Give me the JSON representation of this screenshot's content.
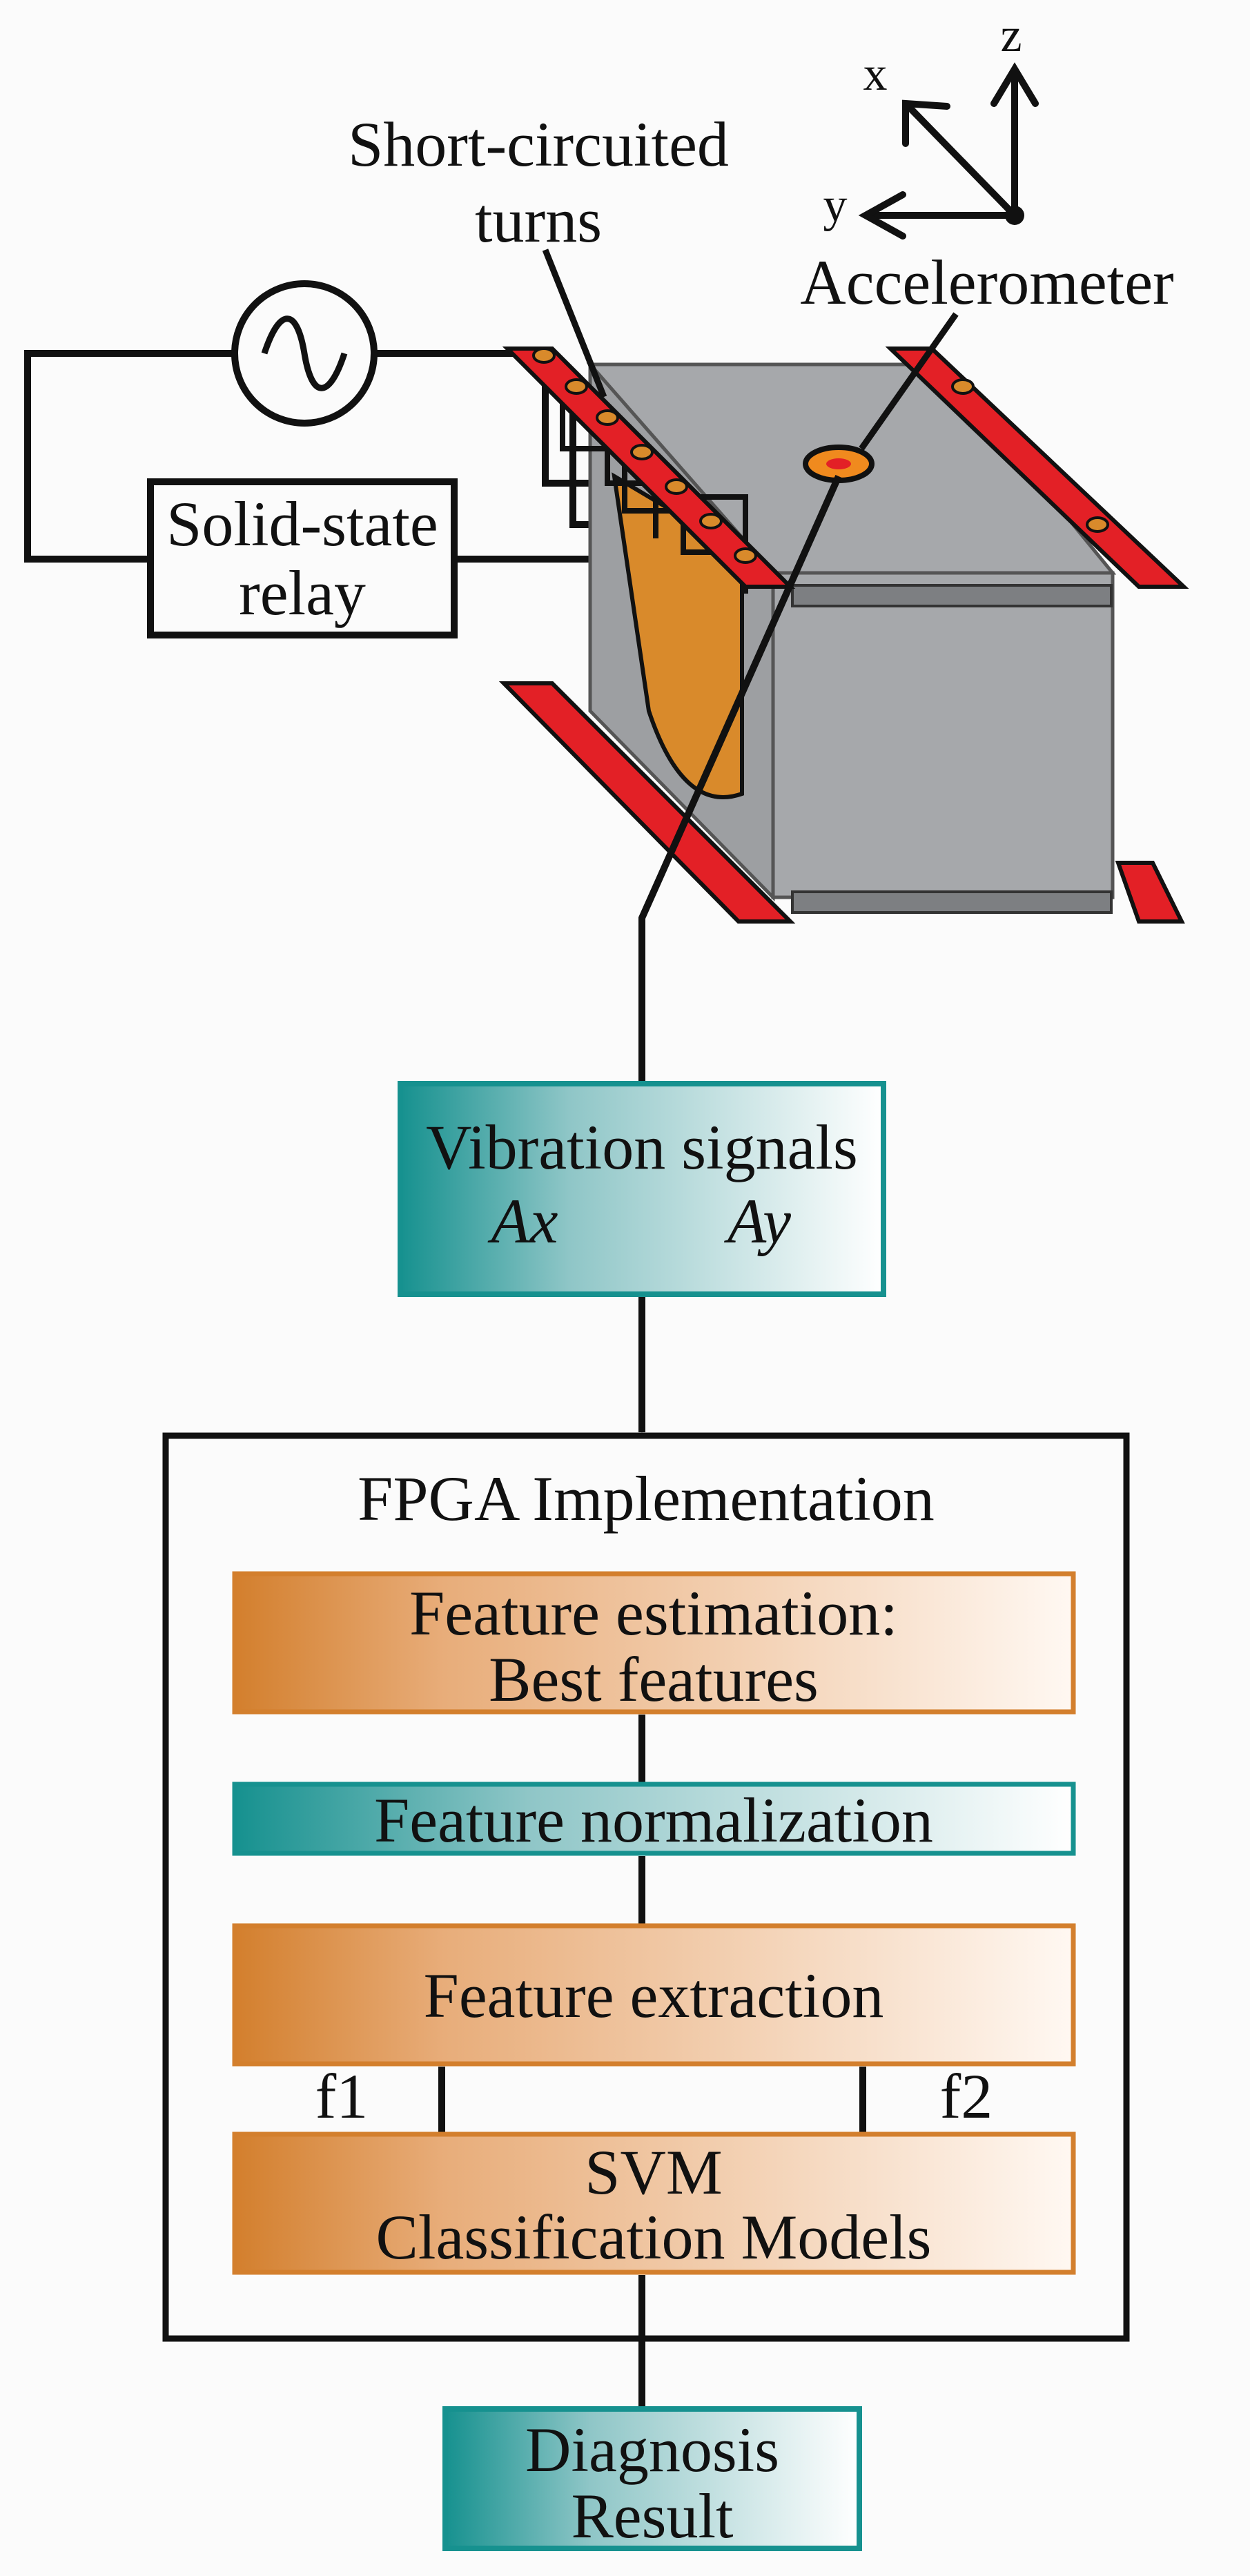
{
  "labels": {
    "short_circuited_line1": "Short-circuited",
    "short_circuited_line2": "turns",
    "accelerometer": "Accelerometer",
    "relay_line1": "Solid-state",
    "relay_line2": "relay"
  },
  "axes": {
    "x": "x",
    "y": "y",
    "z": "z"
  },
  "vibration": {
    "title": "Vibration signals",
    "ax": "Ax",
    "ay": "Ay"
  },
  "fpga": {
    "title": "FPGA Implementation",
    "feature_estimation_line1": "Feature estimation:",
    "feature_estimation_line2": "Best features",
    "feature_normalization": "Feature normalization",
    "feature_extraction": "Feature extraction",
    "f1": "f1",
    "f2": "f2",
    "svm_line1": "SVM",
    "svm_line2": "Classification Models"
  },
  "diagnosis": {
    "line1": "Diagnosis",
    "line2": "Result"
  },
  "colors": {
    "teal": "#16918f",
    "orange": "#d37f2d",
    "red": "#e32026",
    "core_gray": "#a6a8ab",
    "winding": "#d98a2b"
  }
}
